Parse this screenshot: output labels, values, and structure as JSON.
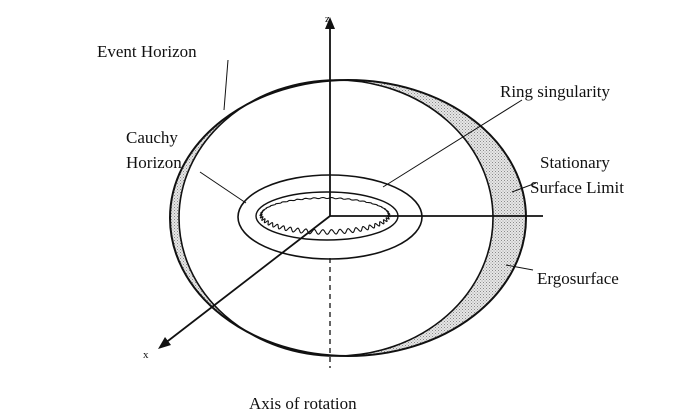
{
  "diagram": {
    "axes": {
      "z": "z",
      "x": "x"
    },
    "labels": {
      "event_horizon": "Event Horizon",
      "ring_singularity": "Ring singularity",
      "cauchy_line1": "Cauchy",
      "cauchy_line2": "Horizon",
      "stationary_line1": "Stationary",
      "stationary_line2": "Surface Limit",
      "ergosurface": "Ergosurface",
      "axis_of_rotation": "Axis of rotation"
    },
    "colors": {
      "line": "#111111",
      "ergoregion_fill": "#cfcfcf"
    }
  }
}
